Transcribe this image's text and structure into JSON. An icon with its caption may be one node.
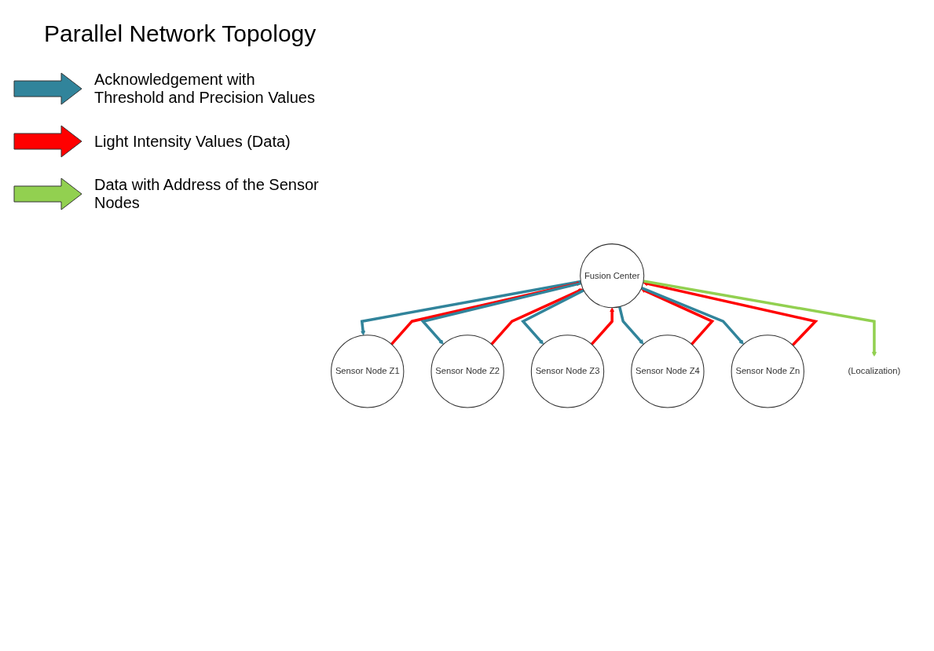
{
  "diagram": {
    "title": "Parallel Network Topology",
    "nodes": [
      {
        "text": [
          "Fusion Center"
        ]
      },
      {
        "text": [
          "Sensor Node Z1"
        ]
      },
      {
        "text": [
          "Sensor Node Z2"
        ]
      },
      {
        "text": [
          "Sensor Node Z3"
        ]
      },
      {
        "text": [
          "Sensor Node Z4"
        ]
      },
      {
        "text": [
          "Sensor Node Zn"
        ]
      },
      {
        "text": [
          "(Localization)"
        ]
      }
    ],
    "edges": [
      {
        "from": 0,
        "to": 1,
        "arrow": "to",
        "color": "#31849b"
      },
      {
        "from": 1,
        "to": 0,
        "arrow": "to",
        "color": "#ff0000"
      },
      {
        "from": 0,
        "to": 2,
        "arrow": "to",
        "color": "#31849b"
      },
      {
        "from": 2,
        "to": 0,
        "arrow": "to",
        "color": "#ff0000"
      },
      {
        "from": 0,
        "to": 3,
        "arrow": "to",
        "color": "#31849b"
      },
      {
        "from": 3,
        "to": 0,
        "arrow": "to",
        "color": "#ff0000"
      },
      {
        "from": 0,
        "to": 4,
        "arrow": "to",
        "color": "#31849b"
      },
      {
        "from": 4,
        "to": 0,
        "arrow": "to",
        "color": "#ff0000"
      },
      {
        "from": 0,
        "to": 5,
        "arrow": "to",
        "color": "#31849b"
      },
      {
        "from": 5,
        "to": 0,
        "arrow": "to",
        "color": "#ff0000"
      },
      {
        "from": 0,
        "to": 6,
        "arrow": "to",
        "color": "#92d050"
      }
    ],
    "legend": [
      {
        "text": "Acknowledgement with Threshold and Precision Values",
        "color": "#31849b"
      },
      {
        "text": "Light Intensity Values (Data)",
        "color": "#ff0000"
      },
      {
        "text": "Data with Address of the Sensor Nodes",
        "color": "#92d050"
      }
    ]
  }
}
